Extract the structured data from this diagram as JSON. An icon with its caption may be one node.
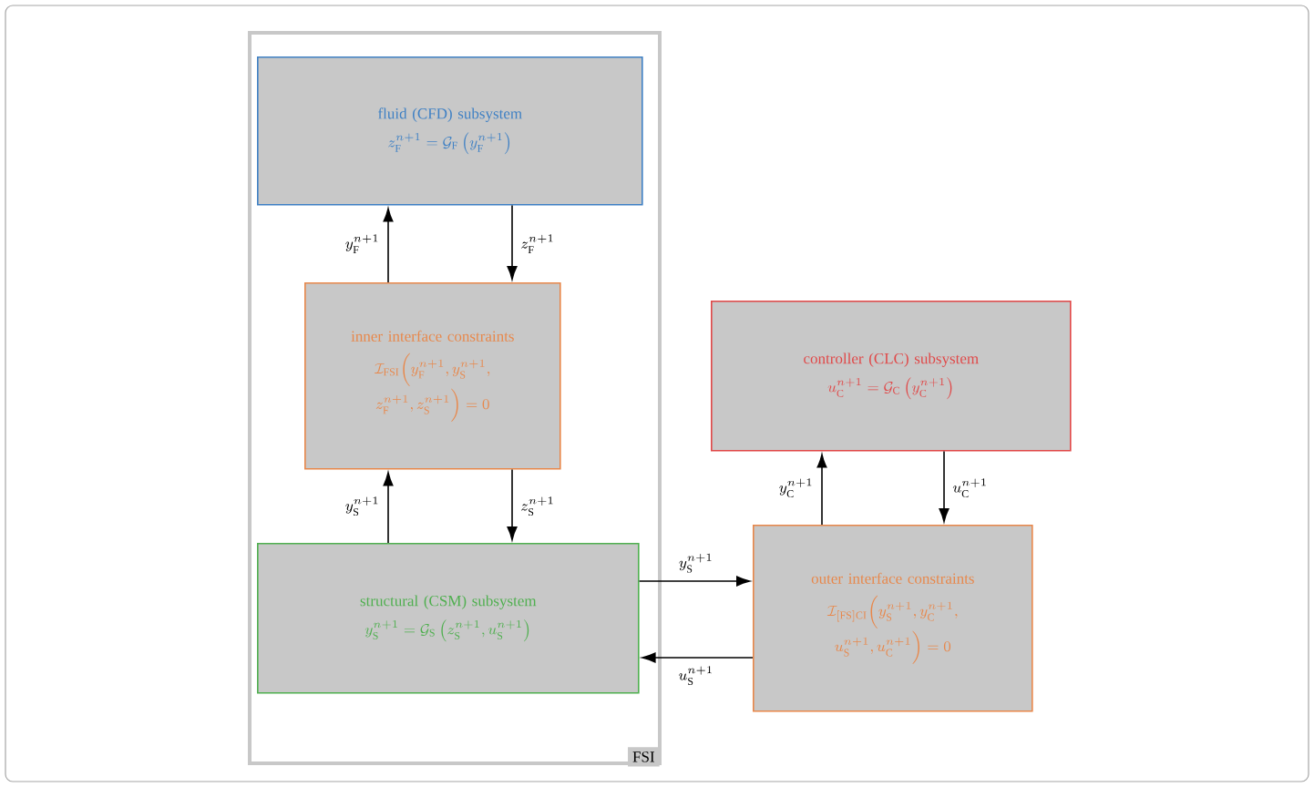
{
  "diagram": {
    "nodes": [
      {
        "text": [
          "FSI"
        ]
      },
      {
        "text": [
          "fluid (CFD) subsystem",
          "z_{\\mathrm{F}}^{n+1} = \\mathcal{G}_{\\mathrm{F}}\\left(y_{\\mathrm{F}}^{n+1}\\right)"
        ],
        "in": 0
      },
      {
        "text": [
          "inner interface constraints",
          "\\mathcal{I}_{\\mathrm{FSI}}\\Bigl(y_{\\mathrm{F}}^{n+1}, y_{\\mathrm{S}}^{n+1}, \\allowbreak z_{\\mathrm{F}}^{n+1}, z_{\\mathrm{S}}^{n+1}\\Bigr) = 0"
        ],
        "in": 0
      },
      {
        "text": [
          "structural (CSM) subsystem",
          "y_{\\mathrm{S}}^{n+1} = \\mathcal{G}_{\\mathrm{S}}\\left(z_{\\mathrm{S}}^{n+1}, u_{\\mathrm{S}}^{n+1}\\right)"
        ],
        "in": 0
      },
      {
        "text": [
          "controller (CLC) subsystem",
          "u_{\\mathrm{C}}^{n+1} = \\mathcal{G}_{\\mathrm{C}}\\left(y_{\\mathrm{C}}^{n+1}\\right)"
        ]
      },
      {
        "text": [
          "outer interface constraints",
          "\\mathcal{I}_{[\\mathrm{FS}]\\mathrm{CI}}\\Bigl(y_{\\mathrm{S}}^{n+1}, y_{\\mathrm{C}}^{n+1}, \\allowbreak u_{\\mathrm{S}}^{n+1}, u_{\\mathrm{C}}^{n+1}\\Bigr) = 0"
        ]
      }
    ],
    "edges": [
      {
        "from": 2,
        "to": 1,
        "arrow": "to",
        "label": "y_{\\mathrm{F}}^{n+1}"
      },
      {
        "from": 1,
        "to": 2,
        "arrow": "to",
        "label": "z_{\\mathrm{F}}^{n+1}"
      },
      {
        "from": 3,
        "to": 2,
        "arrow": "to",
        "label": "y_{\\mathrm{S}}^{n+1}"
      },
      {
        "from": 2,
        "to": 3,
        "arrow": "to",
        "label": "z_{\\mathrm{S}}^{n+1}"
      },
      {
        "from": 3,
        "to": 5,
        "arrow": "to",
        "label": "y_{\\mathrm{S}}^{n+1}"
      },
      {
        "from": 5,
        "to": 3,
        "arrow": "to",
        "label": "u_{\\mathrm{S}}^{n+1}"
      },
      {
        "from": 5,
        "to": 4,
        "arrow": "to",
        "label": "y_{\\mathrm{C}}^{n+1}"
      },
      {
        "from": 4,
        "to": 5,
        "arrow": "to",
        "label": "u_{\\mathrm{C}}^{n+1}"
      }
    ]
  }
}
